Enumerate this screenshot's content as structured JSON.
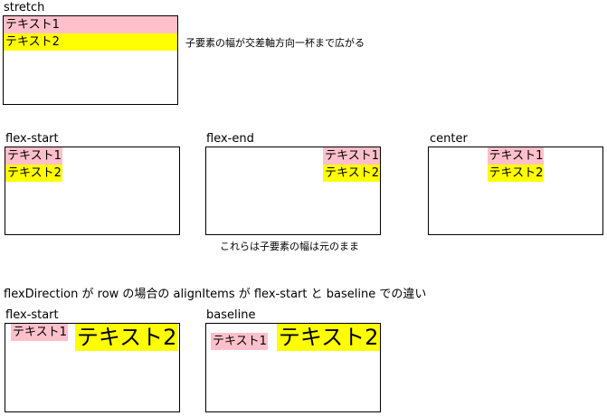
{
  "sections": {
    "stretch": {
      "label": "stretch",
      "items": [
        "テキスト1",
        "テキスト2"
      ],
      "note": "子要素の幅が交差軸方向一杯まで広がる"
    },
    "column_examples": [
      {
        "label": "flex-start",
        "items": [
          "テキスト1",
          "テキスト2"
        ]
      },
      {
        "label": "flex-end",
        "items": [
          "テキスト1",
          "テキスト2"
        ]
      },
      {
        "label": "center",
        "items": [
          "テキスト1",
          "テキスト2"
        ]
      }
    ],
    "column_note": "これらは子要素の幅は元のまま",
    "row_heading": "flexDirection が row の場合の alignItems が flex-start と baseline での違い",
    "row_examples": [
      {
        "label": "flex-start",
        "items": [
          "テキスト1",
          "テキスト2"
        ]
      },
      {
        "label": "baseline",
        "items": [
          "テキスト1",
          "テキスト2"
        ]
      }
    ]
  },
  "colors": {
    "item1_bg": "#ffc0cb",
    "item2_bg": "#ffff00",
    "border": "#000000"
  }
}
